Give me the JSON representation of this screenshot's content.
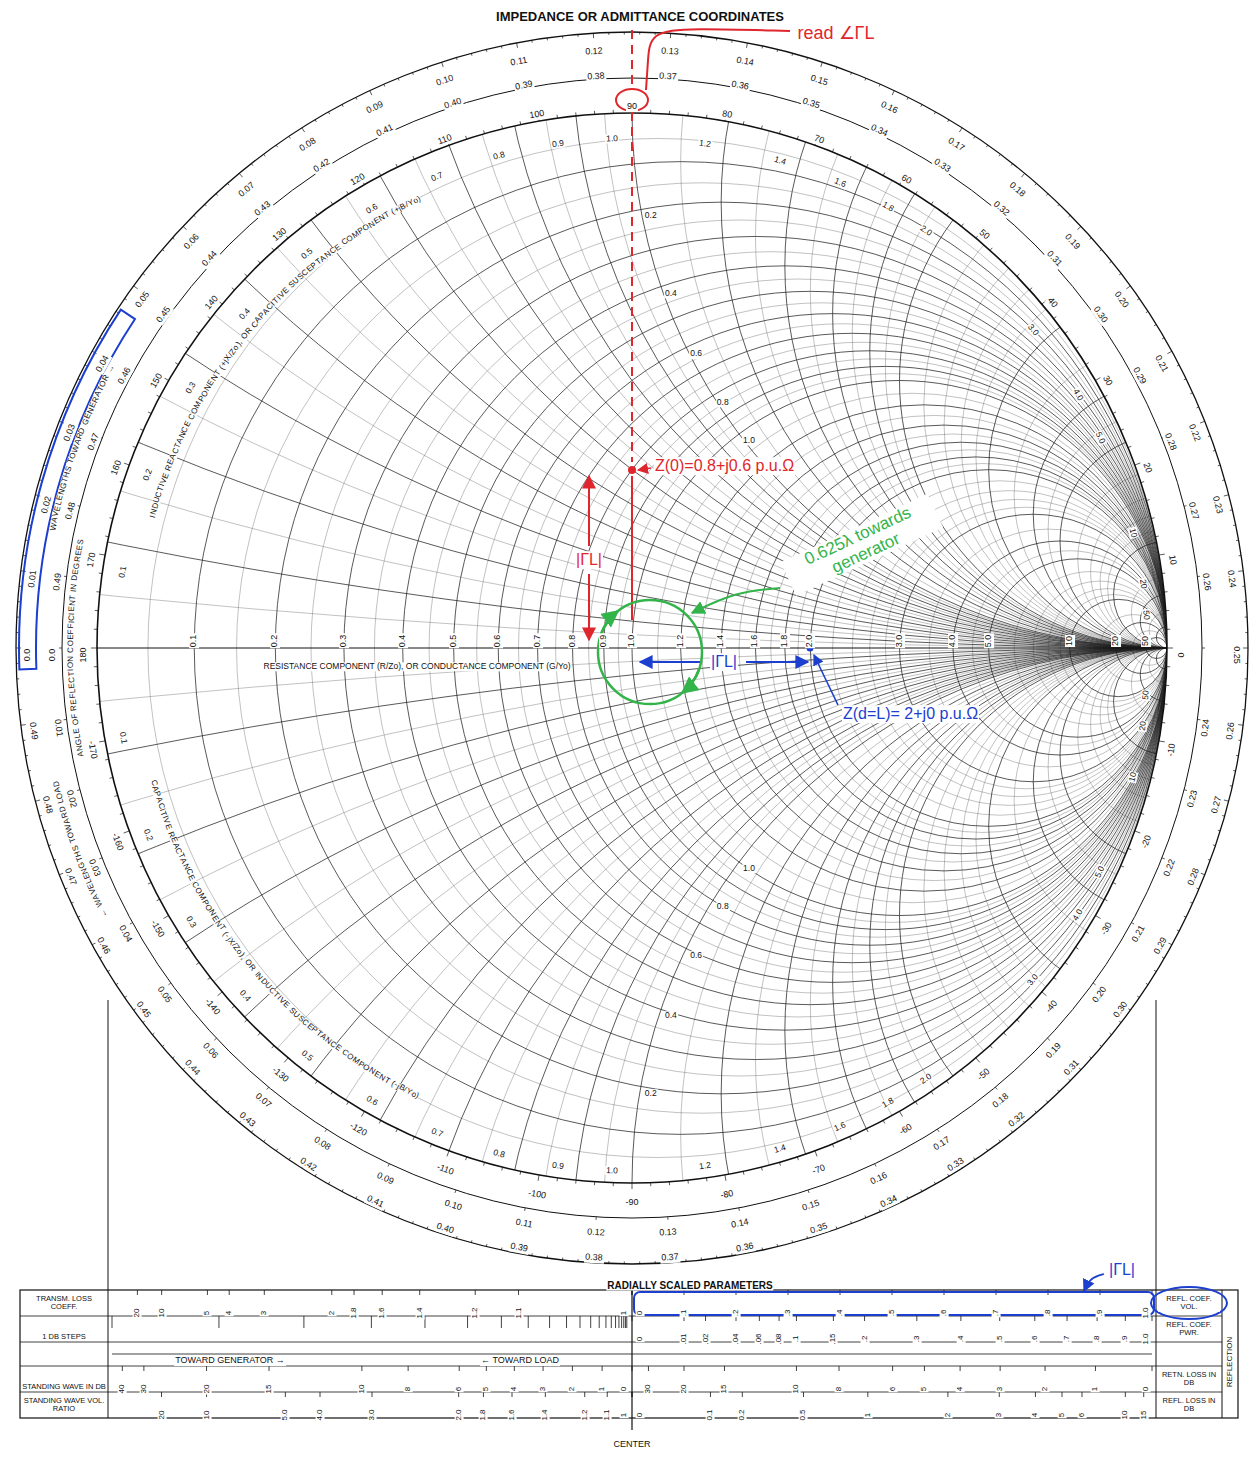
{
  "diagram": {
    "title": "IMPEDANCE OR ADMITTANCE COORDINATES",
    "labels": [
      "0.0",
      "0.01",
      "0.02",
      "0.03",
      "0.04",
      "0.05",
      "0.06",
      "0.07",
      "0.08",
      "0.09",
      "0.10",
      "0.11",
      "0.12",
      "0.13",
      "0.14",
      "0.15",
      "0.16",
      "0.17",
      "0.18",
      "0.19",
      "0.20",
      "0.21",
      "0.22",
      "0.23",
      "0.24",
      "0.25",
      "0.26",
      "0.27",
      "0.28",
      "0.29",
      "0.30",
      "0.31",
      "0.32",
      "0.33",
      "0.34",
      "0.35",
      "0.36",
      "0.37",
      "0.38",
      "0.39",
      "0.40",
      "0.41",
      "0.42",
      "0.43",
      "0.44",
      "0.45",
      "0.46",
      "0.47",
      "0.48",
      "0.49",
      "0.0",
      "0.01",
      "0.02",
      "0.03",
      "0.04",
      "0.05",
      "0.06",
      "0.07",
      "0.08",
      "0.09",
      "0.10",
      "0.11",
      "0.12",
      "0.13",
      "0.14",
      "0.15",
      "0.16",
      "0.17",
      "0.18",
      "0.19",
      "0.20",
      "0.21",
      "0.22",
      "0.23",
      "0.24",
      "0.26",
      "0.27",
      "0.28",
      "0.29",
      "0.30",
      "0.31",
      "0.32",
      "0.33",
      "0.34",
      "0.35",
      "0.36",
      "0.37",
      "0.38",
      "0.39",
      "0.40",
      "0.41",
      "0.42",
      "0.43",
      "0.44",
      "0.45",
      "0.46",
      "0.47",
      "0.48",
      "0.49",
      "0",
      "10",
      "20",
      "30",
      "40",
      "50",
      "60",
      "70",
      "80",
      "90",
      "100",
      "110",
      "120",
      "130",
      "140",
      "150",
      "160",
      "170",
      "180",
      "-10",
      "-20",
      "-30",
      "-40",
      "-50",
      "-60",
      "-70",
      "-80",
      "-90",
      "-100",
      "-110",
      "-120",
      "-130",
      "-140",
      "-150",
      "-160",
      "-170",
      "0.1",
      "0.2",
      "0.3",
      "0.4",
      "0.5",
      "0.6",
      "0.7",
      "0.8",
      "0.9",
      "1.0",
      "1.2",
      "1.4",
      "1.6",
      "1.8",
      "2.0",
      "3.0",
      "4.0",
      "5.0",
      "10",
      "20",
      "50",
      "0.1",
      "0.2",
      "0.3",
      "0.4",
      "0.5",
      "0.6",
      "0.7",
      "0.8",
      "0.9",
      "1.0",
      "1.2",
      "1.4",
      "1.6",
      "1.8",
      "2.0",
      "3.0",
      "4.0",
      "5.0",
      "10",
      "20",
      "50",
      "0.1",
      "0.2",
      "0.3",
      "0.4",
      "0.5",
      "0.6",
      "0.7",
      "0.8",
      "0.9",
      "1.0",
      "1.2",
      "1.4",
      "1.6",
      "1.8",
      "2.0",
      "3.0",
      "4.0",
      "5.0",
      "10",
      "20",
      "50",
      "0.2",
      "0.4",
      "0.6",
      "0.8",
      "1.0",
      "0.2",
      "0.4",
      "0.6",
      "0.8",
      "1.0",
      "WAVELENGTHS TOWARD GENERATOR →",
      "← WAVELENGTHS TOWARD LOAD",
      "ANGLE OF REFLECTION COEFFICIENT IN DEGREES",
      "RESISTANCE COMPONENT (R/Zo), OR CONDUCTANCE COMPONENT (G/Yo)",
      "INDUCTIVE REACTANCE COMPONENT (+jX/Zo), OR CAPACITIVE SUSCEPTANCE COMPONENT (+jB/Yo)",
      "CAPACITIVE REACTANCE COMPONENT (-jX/Zo), OR INDUCTIVE SUSCEPTANCE COMPONENT (-jB/Yo)",
      "read ∠ΓL",
      "Z(0)=0.8+j0.6 p.u.Ω",
      "|ΓL|",
      "|ΓL|",
      "Z(d=L)= 2+j0 p.u.Ω",
      "0.625λ towards generator",
      "|ΓL|",
      "RADIALLY SCALED PARAMETERS",
      "TOWARD GENERATOR →",
      "← TOWARD LOAD",
      "CENTER",
      "TRANSM. LOSS COEFF.",
      "1 DB STEPS",
      "STANDING WAVE IN DB",
      "STANDING WAVE VOL. RATIO",
      "REFL. COEF. VOL.",
      "REFL. COEF. PWR.",
      "RETN. LOSS IN DB",
      "REFL. LOSS IN DB",
      "REFLECTION",
      "1",
      "1.1",
      "1.2",
      "1.4",
      "1.6",
      "1.8",
      "2",
      "3",
      "4",
      "5",
      "10",
      "20",
      "0",
      "1",
      "2",
      "3",
      "4",
      "5",
      "6",
      "8",
      "10",
      "15",
      "20",
      "30",
      "40",
      "1",
      "1.1",
      "1.2",
      "1.4",
      "1.6",
      "1.8",
      "2.0",
      "3.0",
      "4.0",
      "5.0",
      "10",
      "20",
      "0",
      ".1",
      ".2",
      ".3",
      ".4",
      ".5",
      ".6",
      ".7",
      ".8",
      ".9",
      "1.0",
      "0",
      ".01",
      ".02",
      ".04",
      ".06",
      ".08",
      ".1",
      ".15",
      ".2",
      ".3",
      ".4",
      ".5",
      ".6",
      ".7",
      ".8",
      ".9",
      "1.0",
      "30",
      "20",
      "15",
      "10",
      "8",
      "6",
      "5",
      "4",
      "3",
      "2",
      "1",
      "0",
      "0",
      "0.1",
      "0.2",
      "0.5",
      "1",
      "2",
      "3",
      "4",
      "5",
      "6",
      "10",
      "15"
    ]
  }
}
